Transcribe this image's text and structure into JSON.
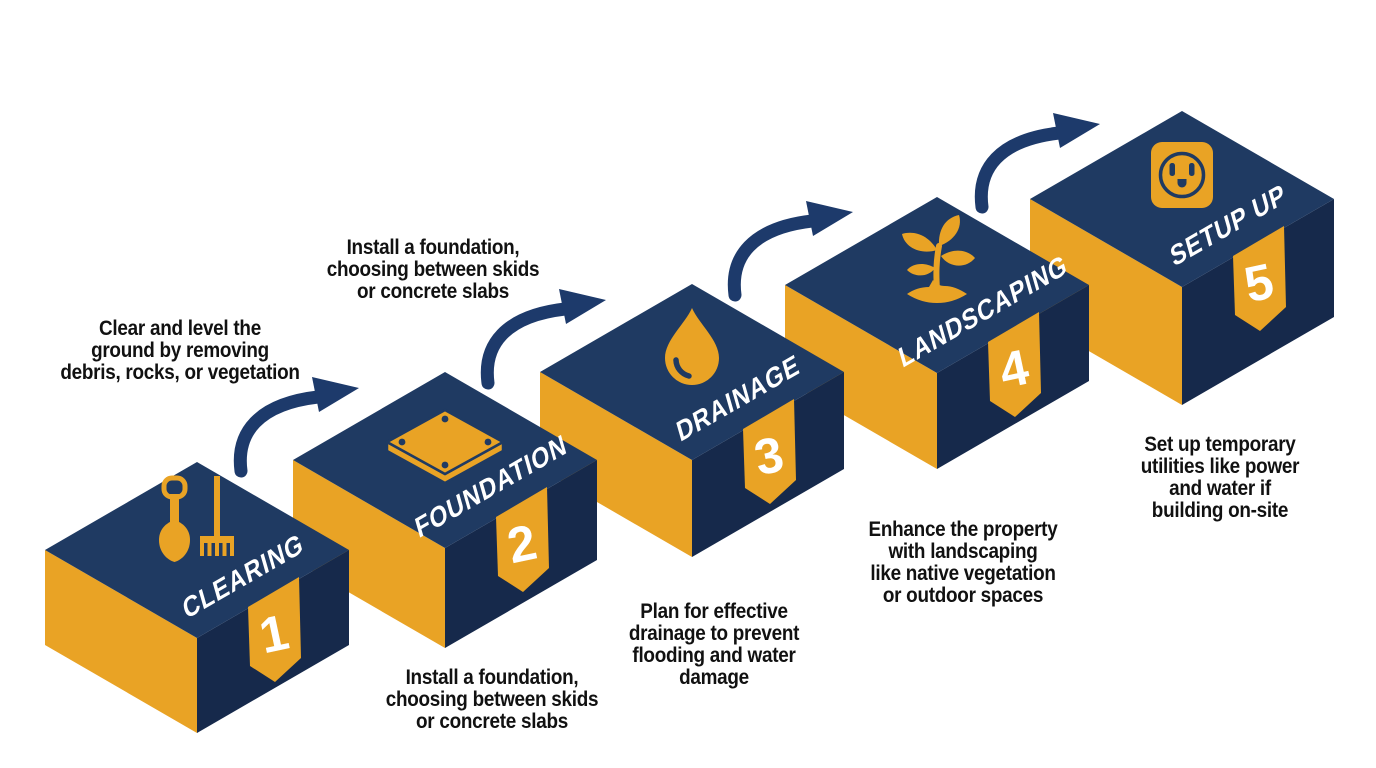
{
  "colors": {
    "background": "#ffffff",
    "box_top_navy": "#1f3a62",
    "box_right_navy": "#16294b",
    "box_left_orange": "#e9a325",
    "pennant_orange": "#e9a325",
    "arrow_navy": "#1d3a6b",
    "label_text": "#ffffff",
    "description_text": "#111111"
  },
  "steps": [
    {
      "number": "1",
      "label": "CLEARING",
      "icon": "shovel-rake-icon",
      "description_top": "Clear and level the\nground by removing\ndebris, rocks, or vegetation"
    },
    {
      "number": "2",
      "label": "FOUNDATION",
      "icon": "foundation-slab-icon",
      "description_top": "Install a foundation,\nchoosing between skids\nor concrete slabs",
      "description_bottom": "Install a foundation,\nchoosing between skids\nor concrete slabs"
    },
    {
      "number": "3",
      "label": "DRAINAGE",
      "icon": "water-drop-icon",
      "description_bottom": "Plan for effective\ndrainage to prevent\nflooding and water\ndamage"
    },
    {
      "number": "4",
      "label": "LANDSCAPING",
      "icon": "seedling-icon",
      "description_bottom": "Enhance the property\nwith landscaping\nlike native vegetation\nor outdoor spaces"
    },
    {
      "number": "5",
      "label": "SETUP UP",
      "icon": "power-outlet-icon",
      "description_bottom": "Set up temporary\nutilities like power\nand water if\nbuilding on-site"
    }
  ]
}
